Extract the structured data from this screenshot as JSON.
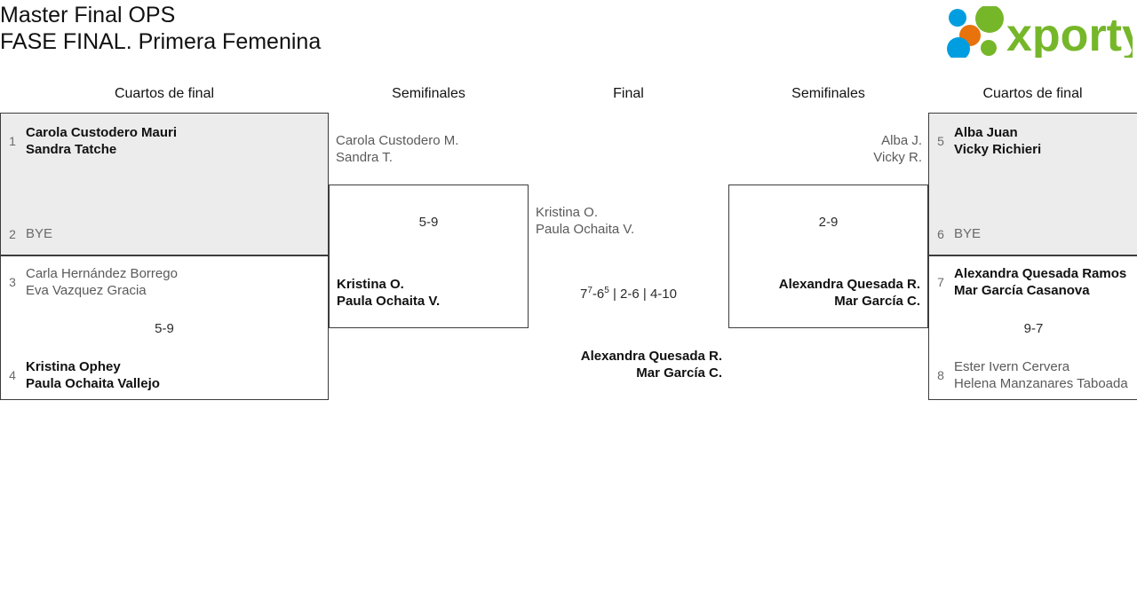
{
  "header": {
    "title_line1": "Master Final OPS",
    "title_line2": "FASE FINAL. Primera Femenina",
    "logo_text": "xporty",
    "logo_colors": {
      "green": "#76b72a",
      "orange": "#e8720c",
      "blue": "#009ee0"
    }
  },
  "rounds": [
    {
      "id": "qf-left",
      "label": "Cuartos de final"
    },
    {
      "id": "sf-left",
      "label": "Semifinales"
    },
    {
      "id": "final",
      "label": "Final"
    },
    {
      "id": "sf-right",
      "label": "Semifinales"
    },
    {
      "id": "qf-right",
      "label": "Cuartos de final"
    }
  ],
  "bracket": {
    "qf_left": [
      {
        "match_id": "qf-l1",
        "shaded": true,
        "score": "",
        "top": {
          "seed": "1",
          "line1": "Carola Custodero Mauri",
          "line2": "Sandra Tatche",
          "winner": true,
          "bye": false
        },
        "bottom": {
          "seed": "2",
          "line1": "BYE",
          "line2": "",
          "winner": false,
          "bye": true
        }
      },
      {
        "match_id": "qf-l2",
        "shaded": false,
        "score": "5-9",
        "top": {
          "seed": "3",
          "line1": "Carla Hernández Borrego",
          "line2": "Eva Vazquez Gracia",
          "winner": false,
          "bye": false
        },
        "bottom": {
          "seed": "4",
          "line1": "Kristina Ophey",
          "line2": "Paula Ochaita Vallejo",
          "winner": true,
          "bye": false
        }
      }
    ],
    "sf_left": [
      {
        "match_id": "sf-l1",
        "score": "5-9",
        "top": {
          "line1": "Carola Custodero M.",
          "line2": "Sandra T.",
          "winner": false
        },
        "bottom": {
          "line1": "Kristina O.",
          "line2": "Paula Ochaita V.",
          "winner": true
        }
      }
    ],
    "final": [
      {
        "match_id": "final-1",
        "score_html": "7<sup>7</sup>-6<sup>5</sup> | 2-6 | 4-10",
        "score_plain": "7(7)-6(5) | 2-6 | 4-10",
        "top": {
          "line1": "Kristina O.",
          "line2": "Paula Ochaita V.",
          "winner": false
        },
        "bottom": {
          "line1": "Alexandra Quesada R.",
          "line2": "Mar García C.",
          "winner": true
        }
      }
    ],
    "sf_right": [
      {
        "match_id": "sf-r1",
        "score": "2-9",
        "top": {
          "line1": "Alba J.",
          "line2": "Vicky R.",
          "winner": false
        },
        "bottom": {
          "line1": "Alexandra Quesada R.",
          "line2": "Mar García C.",
          "winner": true
        }
      }
    ],
    "qf_right": [
      {
        "match_id": "qf-r1",
        "shaded": true,
        "score": "",
        "top": {
          "seed": "5",
          "line1": "Alba Juan",
          "line2": "Vicky Richieri",
          "winner": true,
          "bye": false
        },
        "bottom": {
          "seed": "6",
          "line1": "BYE",
          "line2": "",
          "winner": false,
          "bye": true
        }
      },
      {
        "match_id": "qf-r2",
        "shaded": false,
        "score": "9-7",
        "top": {
          "seed": "7",
          "line1": "Alexandra Quesada Ramos",
          "line2": "Mar García Casanova",
          "winner": true,
          "bye": false
        },
        "bottom": {
          "seed": "8",
          "line1": "Ester Ivern Cervera",
          "line2": "Helena Manzanares Taboada",
          "winner": false,
          "bye": false
        }
      }
    ]
  }
}
